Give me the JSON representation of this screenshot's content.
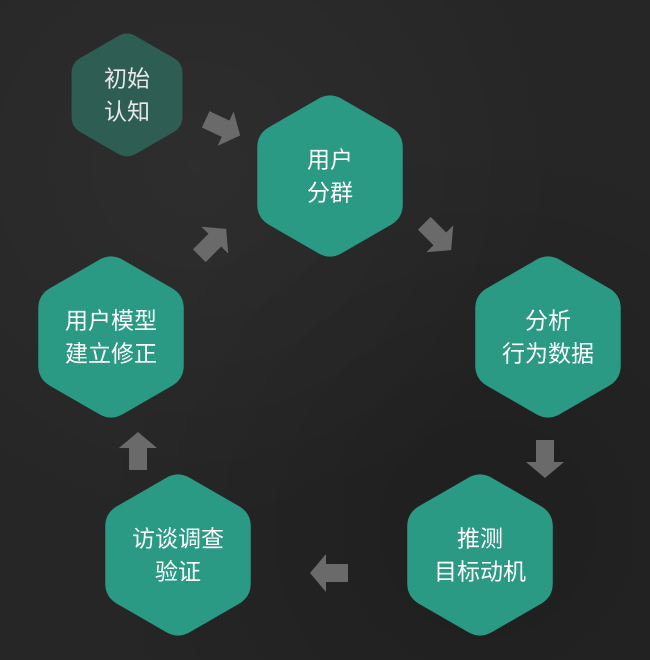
{
  "diagram": {
    "colors": {
      "background": "#262626",
      "node_fill": "#2a9a84",
      "start_node_fill": "#2d5d53",
      "arrow_fill": "#6a6a6a"
    },
    "nodes": [
      {
        "id": "initial-cognition",
        "lines": [
          "初始",
          "认知"
        ],
        "variant": "start"
      },
      {
        "id": "user-segmentation",
        "lines": [
          "用户",
          "分群"
        ],
        "variant": "main"
      },
      {
        "id": "analyze-behavior-data",
        "lines": [
          "分析",
          "行为数据"
        ],
        "variant": "main"
      },
      {
        "id": "infer-goals-motivation",
        "lines": [
          "推测",
          "目标动机"
        ],
        "variant": "main"
      },
      {
        "id": "interview-survey-validation",
        "lines": [
          "访谈调查",
          "验证"
        ],
        "variant": "main"
      },
      {
        "id": "user-model-build-revise",
        "lines": [
          "用户模型",
          "建立修正"
        ],
        "variant": "main"
      }
    ],
    "flow": [
      [
        "initial-cognition",
        "user-segmentation"
      ],
      [
        "user-segmentation",
        "analyze-behavior-data"
      ],
      [
        "analyze-behavior-data",
        "infer-goals-motivation"
      ],
      [
        "infer-goals-motivation",
        "interview-survey-validation"
      ],
      [
        "interview-survey-validation",
        "user-model-build-revise"
      ],
      [
        "user-model-build-revise",
        "user-segmentation"
      ]
    ]
  }
}
